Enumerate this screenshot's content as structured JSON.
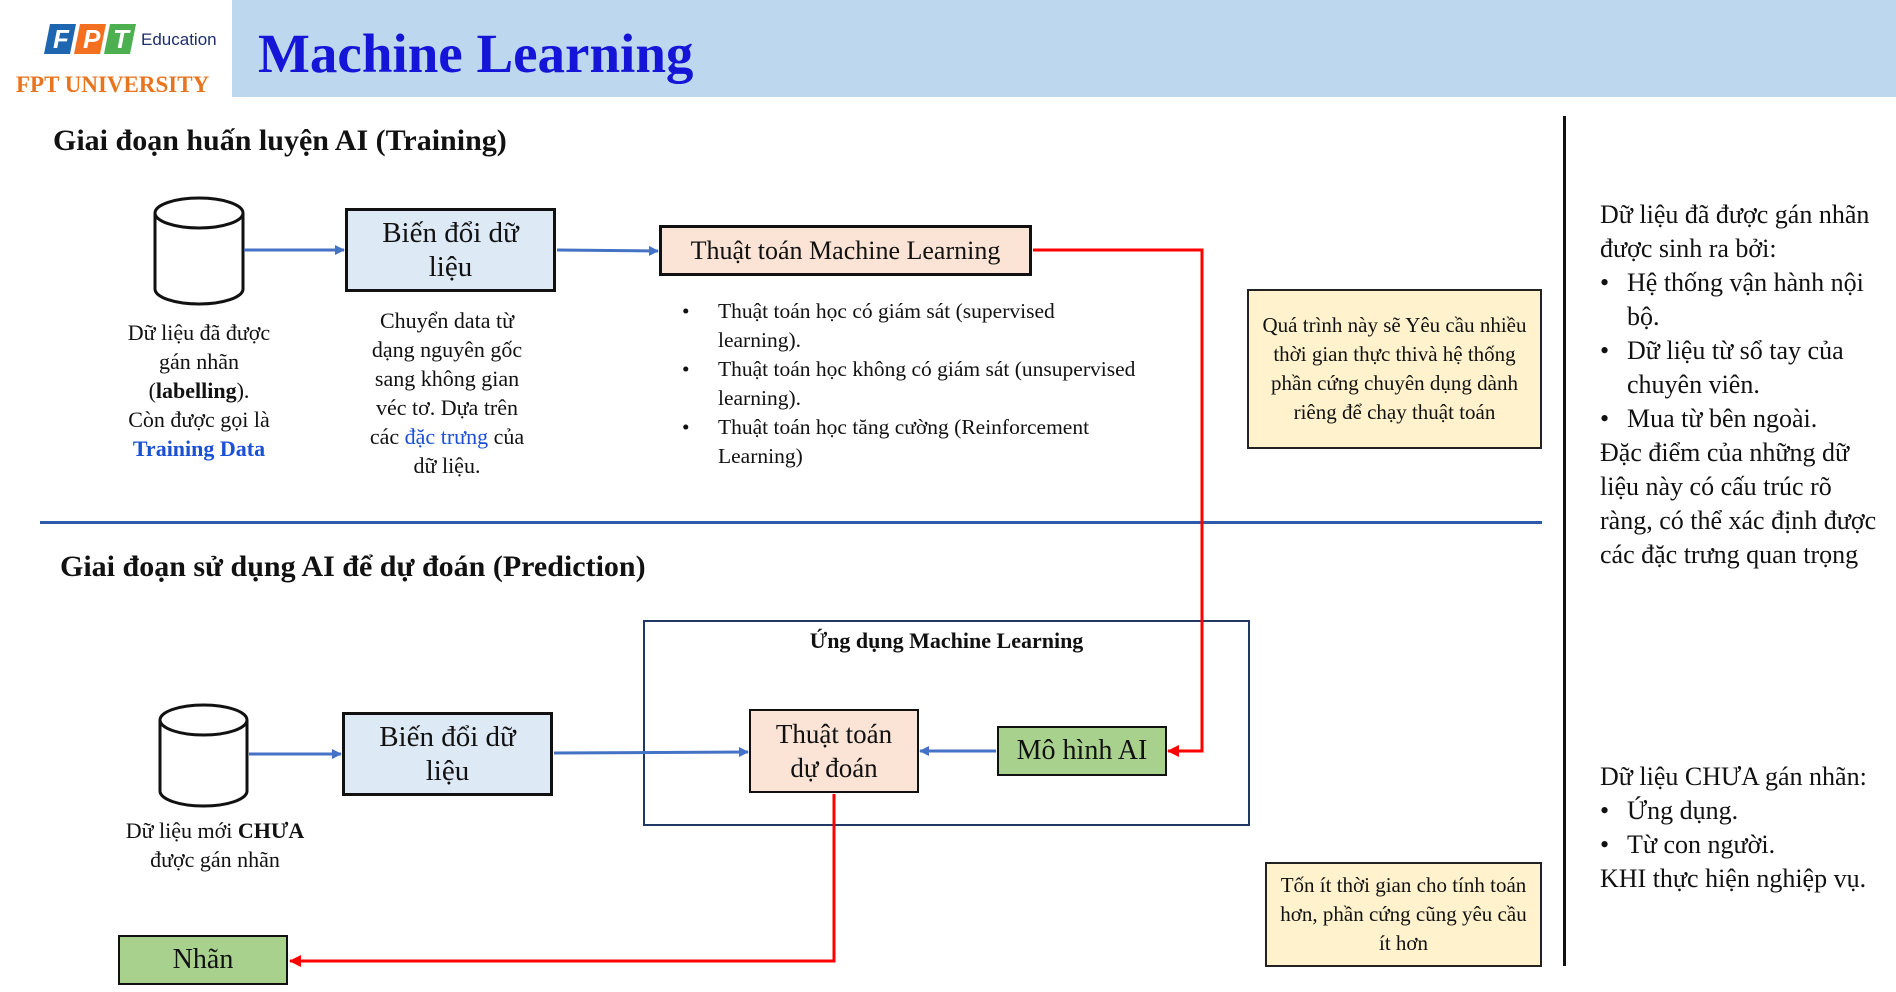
{
  "header": {
    "title": "Machine Learning",
    "logo": {
      "brand": "FPT",
      "edu": "Education",
      "university": "FPT UNIVERSITY"
    }
  },
  "training": {
    "title": "Giai đoạn huấn luyện AI (Training)",
    "data_caption": {
      "line1": "Dữ liệu đã được",
      "line2": "gán nhãn",
      "bold": "labelling",
      "line4": "Còn được gọi là",
      "highlight": "Training Data"
    },
    "transform_box": "Biến đổi dữ liệu",
    "transform_caption": {
      "line1": "Chuyển data từ",
      "line2": "dạng nguyên gốc",
      "line3": "sang không gian",
      "line4": "véc tơ. Dựa trên",
      "pre": "các",
      "highlight": "đặc trưng",
      "post": "của",
      "line6": "dữ liệu."
    },
    "algorithm_box": "Thuật toán Machine Learning",
    "algorithm_types": [
      "Thuật toán học có giám sát (supervised learning).",
      "Thuật toán học không có giám sát (unsupervised learning).",
      "Thuật toán học tăng cường (Reinforcement Learning)"
    ],
    "note": "Quá trình này sẽ Yêu cầu nhiều thời gian thực thivà hệ thống phần cứng chuyên dụng dành riêng để chạy thuật toán"
  },
  "prediction": {
    "title": "Giai đoạn sử dụng AI để dự đoán (Prediction)",
    "data_caption": {
      "pre": "Dữ liệu mới",
      "bold": "CHƯA",
      "line2": "được gán nhãn"
    },
    "transform_box": "Biến đổi dữ liệu",
    "app_label": "Ứng dụng Machine Learning",
    "predict_box": "Thuật toán dự đoán",
    "model_box": "Mô hình AI",
    "label_box": "Nhãn",
    "note": "Tốn ít thời gian cho tính toán hơn, phần cứng cũng yêu cầu ít hơn"
  },
  "sidebar": {
    "labeled": {
      "intro": "Dữ liệu đã được gán nhãn được sinh ra bởi:",
      "items": [
        "Hệ thống vận hành nội bộ.",
        "Dữ liệu từ sổ tay của chuyên viên.",
        "Mua từ bên ngoài."
      ],
      "outro": "Đặc điểm của những dữ liệu này có cấu trúc rõ ràng, có thể xác định được các đặc trưng quan trọng"
    },
    "unlabeled": {
      "intro": "Dữ liệu CHƯA gán nhãn:",
      "items": [
        "Ứng dụng.",
        "Từ con người."
      ],
      "outro": "KHI thực hiện nghiệp vụ."
    }
  },
  "colors": {
    "header_band": "#bdd7ee",
    "title": "#1515d8",
    "arrow_blue": "#4472c4",
    "arrow_red": "#ff0000",
    "divider": "#2e5aac"
  }
}
